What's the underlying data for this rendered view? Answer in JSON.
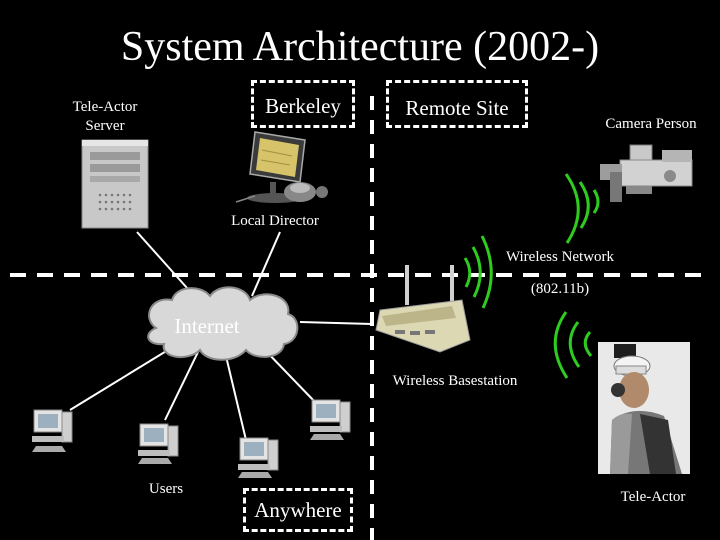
{
  "title": "System Architecture (2002-)",
  "labels": {
    "tele_actor_server_line1": "Tele-Actor",
    "tele_actor_server_line2": "Server",
    "berkeley": "Berkeley",
    "remote_site": "Remote Site",
    "camera_person": "Camera Person",
    "local_director": "Local Director",
    "wireless_network": "Wireless Network",
    "wireless_protocol": "(802.11b)",
    "internet": "Internet",
    "wireless_basestation": "Wireless Basestation",
    "users": "Users",
    "anywhere": "Anywhere",
    "tele_actor": "Tele-Actor"
  },
  "colors": {
    "background": "#000000",
    "text": "#ffffff",
    "wireless_signal": "#2ecc1f",
    "cloud": "#d8d8d8"
  }
}
